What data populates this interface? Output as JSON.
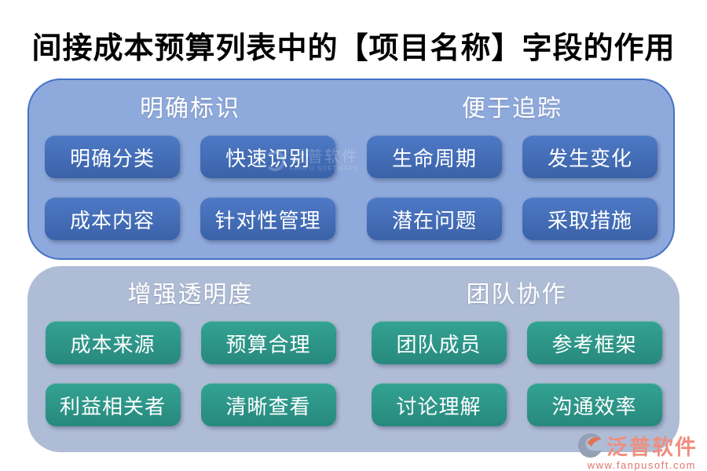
{
  "title": "间接成本预算列表中的【项目名称】字段的作用",
  "colors": {
    "title_color": "#000000",
    "panel_top_bg": "#8EA9DB",
    "panel_top_border": "#4472C4",
    "button_blue_top": "#4E79C5",
    "button_blue_bottom": "#3A62A9",
    "panel_bottom_bg": "#AFBCD6",
    "button_teal_top": "#33A292",
    "button_teal_bottom": "#27897D",
    "logo_text": "#EE8F80",
    "logo_url": "#E0756B"
  },
  "panels": [
    {
      "name": "top-panel",
      "sections": [
        {
          "header": "明确标识",
          "buttons": [
            "明确分类",
            "快速识别",
            "成本内容",
            "针对性管理"
          ]
        },
        {
          "header": "便于追踪",
          "buttons": [
            "生命周期",
            "发生变化",
            "潜在问题",
            "采取措施"
          ]
        }
      ]
    },
    {
      "name": "bottom-panel",
      "sections": [
        {
          "header": "增强透明度",
          "buttons": [
            "成本来源",
            "预算合理",
            "利益相关者",
            "清晰查看"
          ]
        },
        {
          "header": "团队协作",
          "buttons": [
            "团队成员",
            "参考框架",
            "讨论理解",
            "沟通效率"
          ]
        }
      ]
    }
  ],
  "watermark": {
    "text": "泛普软件",
    "subtext": "FANPU SOFTWARE"
  },
  "brand": {
    "name": "泛普软件",
    "url": "www.fanpusoft.com"
  }
}
